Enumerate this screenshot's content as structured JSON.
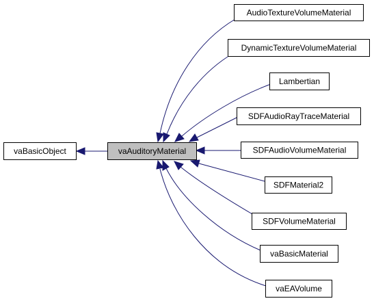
{
  "diagram": {
    "type": "inheritance-graph",
    "edge_color": "#191970",
    "highlight_fill": "#bfbfbf",
    "nodes": {
      "base": {
        "label": "vaBasicObject"
      },
      "current": {
        "label": "vaAuditoryMaterial"
      },
      "derived": [
        {
          "label": "AudioTextureVolumeMaterial"
        },
        {
          "label": "DynamicTextureVolumeMaterial"
        },
        {
          "label": "Lambertian"
        },
        {
          "label": "SDFAudioRayTraceMaterial"
        },
        {
          "label": "SDFAudioVolumeMaterial"
        },
        {
          "label": "SDFMaterial2"
        },
        {
          "label": "SDFVolumeMaterial"
        },
        {
          "label": "vaBasicMaterial"
        },
        {
          "label": "vaEAVolume"
        }
      ]
    }
  }
}
